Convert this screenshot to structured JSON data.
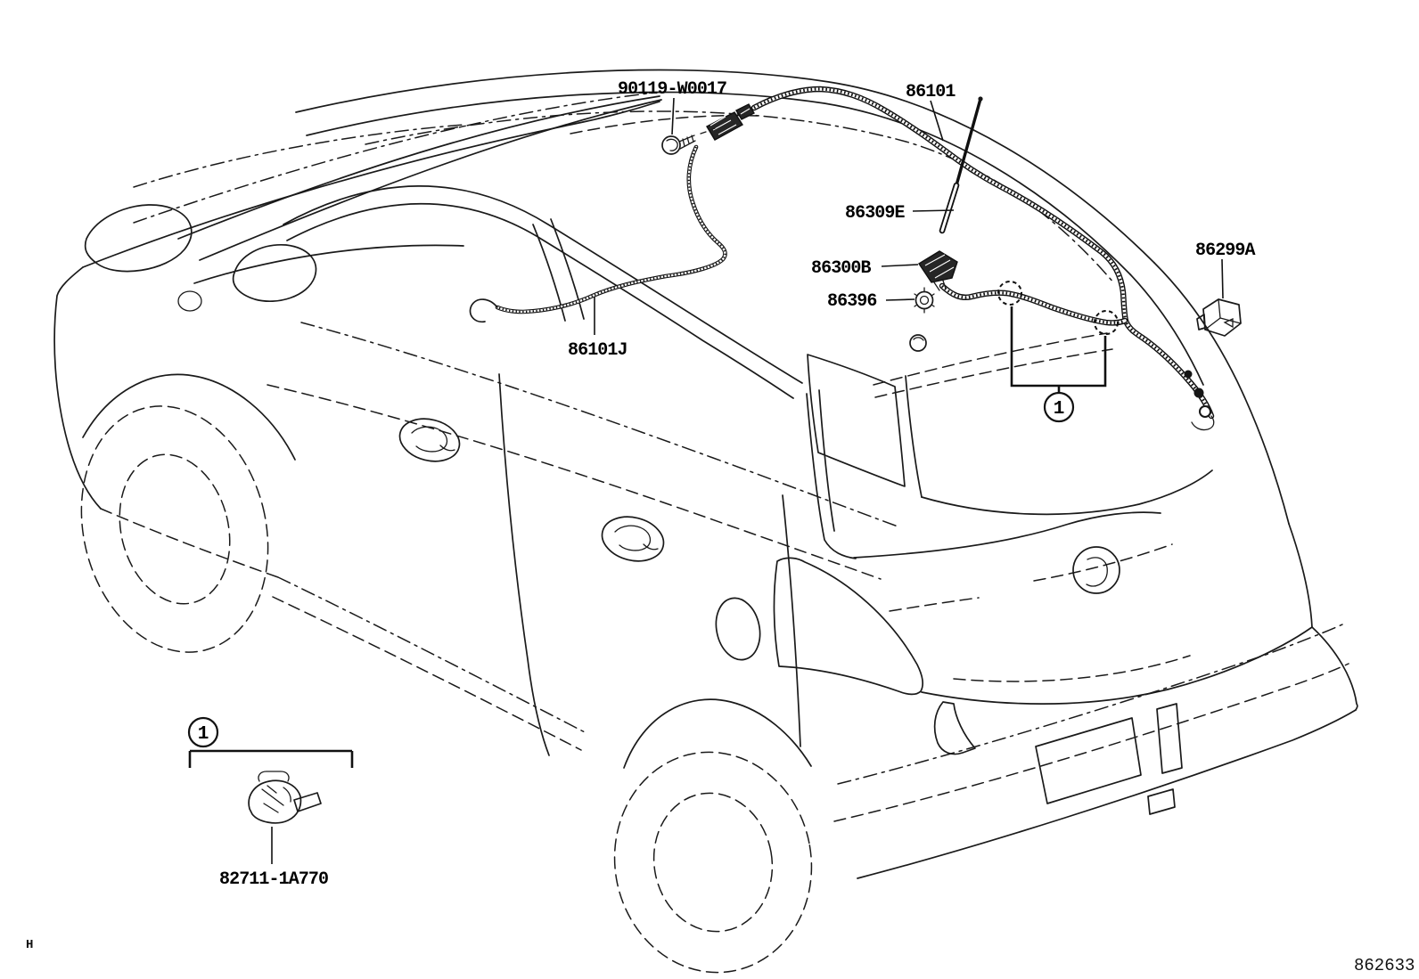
{
  "diagram": {
    "drawing_code": "862633",
    "corner_mark": "H",
    "callout": "1",
    "parts": {
      "screw": "90119-W0017",
      "antenna_cord": "86101",
      "antenna_rod": "86309E",
      "antenna_base": "86300B",
      "nut": "86396",
      "amplifier": "86299A",
      "antenna_cord_sub": "86101J",
      "clip": "82711-1A770"
    }
  }
}
